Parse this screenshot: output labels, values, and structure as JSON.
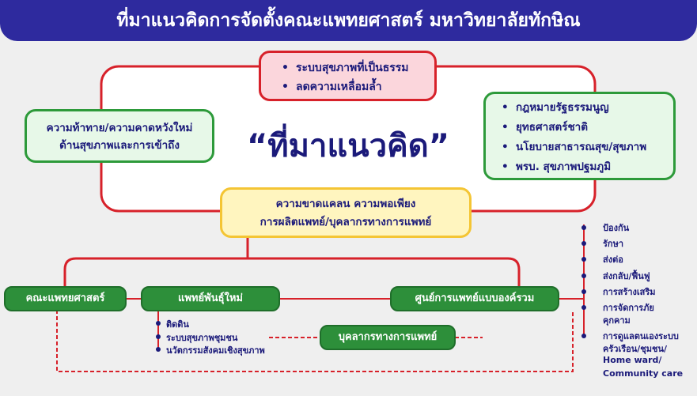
{
  "header": {
    "title": "ที่มาแนวคิดการจัดตั้งคณะแพทยศาสตร์ มหาวิทยาลัยทักษิณ"
  },
  "center_label": "“ที่มาแนวคิด”",
  "top_box": {
    "items": [
      "ระบบสุขภาพที่เป็นธรรม",
      "ลดความเหลื่อมล้ำ"
    ]
  },
  "left_box": {
    "line1": "ความท้าทาย/ความคาดหวังใหม่",
    "line2": "ด้านสุขภาพและการเข้าถึง"
  },
  "right_box": {
    "items": [
      "กฎหมายรัฐธรรมนูญ",
      "ยุทธศาสตร์ชาติ",
      "นโยบายสาธารณสุข/สุขภาพ",
      "พรบ. สุขภาพปฐมภูมิ"
    ]
  },
  "bottom_box": {
    "line1": "ความขาดแคลน ความพอเพียง",
    "line2": "การผลิตแพทย์/บุคลากรทางการแพทย์"
  },
  "nodes": {
    "faculty": "คณะแพทยศาสตร์",
    "new_doctor": "แพทย์พันธุ์ใหม่",
    "integrated_center": "ศูนย์การแพทย์แบบองค์รวม",
    "medical_personnel": "บุคลากรทางการแพทย์"
  },
  "doctor_traits": [
    "ติดดิน",
    "ระบบสุขภาพชุมชน",
    "นวัตกรรมสังคมเชิงสุขภาพ"
  ],
  "center_services": [
    "ป้องกัน",
    "รักษา",
    "ส่งต่อ",
    "ส่งกลับ/ฟื้นฟู",
    "การสร้างเสริม",
    "การจัดการภัย",
    "คุกคาม",
    "การดูแลตนเองระบบ",
    "ครัวเรือน/ชุมชน/",
    "Home ward/",
    "Community care"
  ],
  "colors": {
    "header_bg": "#2e2a9e",
    "red_line": "#d7212a",
    "green": "#2d8f3a",
    "text_navy": "#1b1a7a"
  }
}
